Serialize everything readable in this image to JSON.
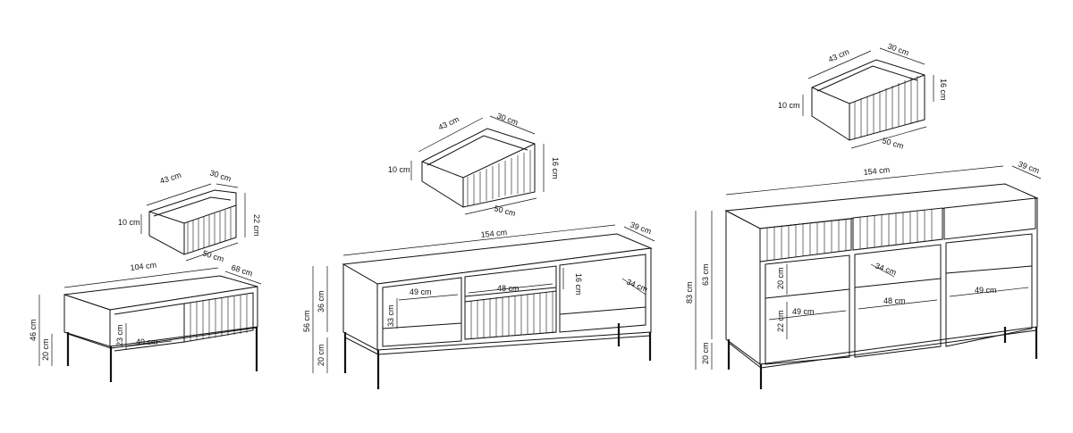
{
  "drawings": [
    {
      "name": "coffee-table",
      "labels": {
        "width": "104 cm",
        "depth": "68 cm",
        "height_total": "46 cm",
        "leg_height": "20 cm",
        "shelf_height": "23 cm",
        "shelf_width": "49 cm"
      },
      "drawer": {
        "width": "43 cm",
        "depth_side": "30 cm",
        "height": "22 cm",
        "inner_height": "10 cm",
        "front_width": "50 cm"
      }
    },
    {
      "name": "tv-cabinet",
      "labels": {
        "width": "154 cm",
        "depth": "39 cm",
        "height_total": "56 cm",
        "body_height": "36 cm",
        "leg_height": "20 cm",
        "shelf_height": "33 cm",
        "left_shelf_width": "49 cm",
        "middle_width": "48 cm",
        "middle_height": "16 cm",
        "right_depth": "34 cm"
      },
      "drawer": {
        "width": "43 cm",
        "depth_side": "30 cm",
        "height": "16 cm",
        "inner_height": "10 cm",
        "front_width": "50 cm"
      }
    },
    {
      "name": "sideboard",
      "labels": {
        "width": "154 cm",
        "depth": "39 cm",
        "height_total": "83 cm",
        "body_height": "63 cm",
        "leg_height": "20 cm",
        "upper_shelf_height": "20 cm",
        "lower_shelf_height": "22 cm",
        "left_width": "49 cm",
        "middle_width": "48 cm",
        "right_width": "49 cm",
        "inner_depth": "34 cm"
      },
      "drawer": {
        "width": "43 cm",
        "depth_side": "30 cm",
        "height": "16 cm",
        "inner_height": "10 cm",
        "front_width": "50 cm"
      }
    }
  ]
}
